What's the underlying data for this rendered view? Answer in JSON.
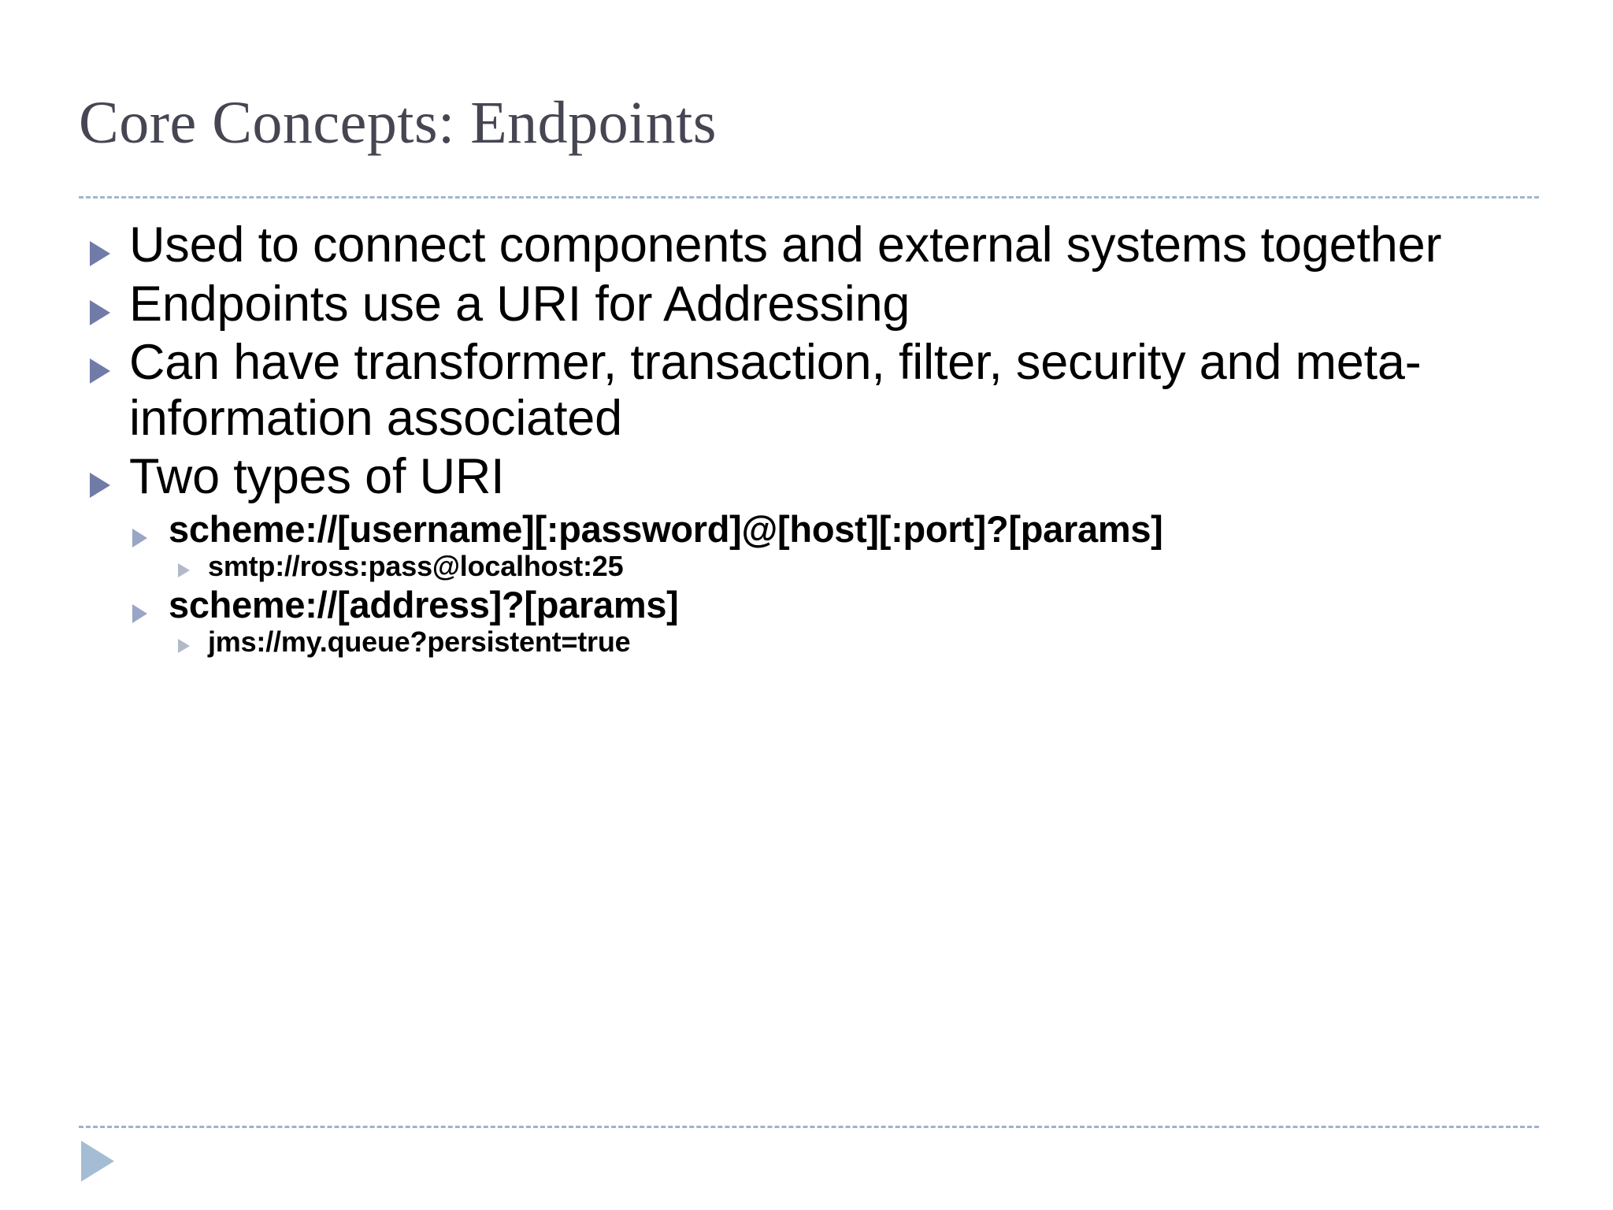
{
  "slide": {
    "title": "Core Concepts: Endpoints",
    "title_color": "#464653",
    "background_color": "#ffffff",
    "rule_color": "#9fb2cd",
    "bullet_level1_color": "#707ba7",
    "bullet_level2_color": "#9aa6c6",
    "bullet_level3_color": "#b4b9c9",
    "footer_marker_color": "#a4bdd4",
    "body_text_color": "#000000"
  },
  "bullets": [
    {
      "level": 1,
      "text": "Used to connect components and external systems together",
      "icon": "triangle-right-icon"
    },
    {
      "level": 1,
      "text": "Endpoints use a URI for Addressing",
      "icon": "triangle-right-icon"
    },
    {
      "level": 1,
      "text": "Can have transformer, transaction, filter, security and meta-information associated",
      "icon": "triangle-right-icon"
    },
    {
      "level": 1,
      "text": "Two types of URI",
      "icon": "triangle-right-icon"
    },
    {
      "level": 2,
      "text": "scheme://[username][:password]@[host][:port]?[params]",
      "icon": "triangle-right-icon"
    },
    {
      "level": 3,
      "text": "smtp://ross:pass@localhost:25",
      "icon": "triangle-right-icon"
    },
    {
      "level": 2,
      "text": "scheme://[address]?[params]",
      "icon": "triangle-right-icon"
    },
    {
      "level": 3,
      "text": "jms://my.queue?persistent=true",
      "icon": "triangle-right-icon"
    }
  ]
}
